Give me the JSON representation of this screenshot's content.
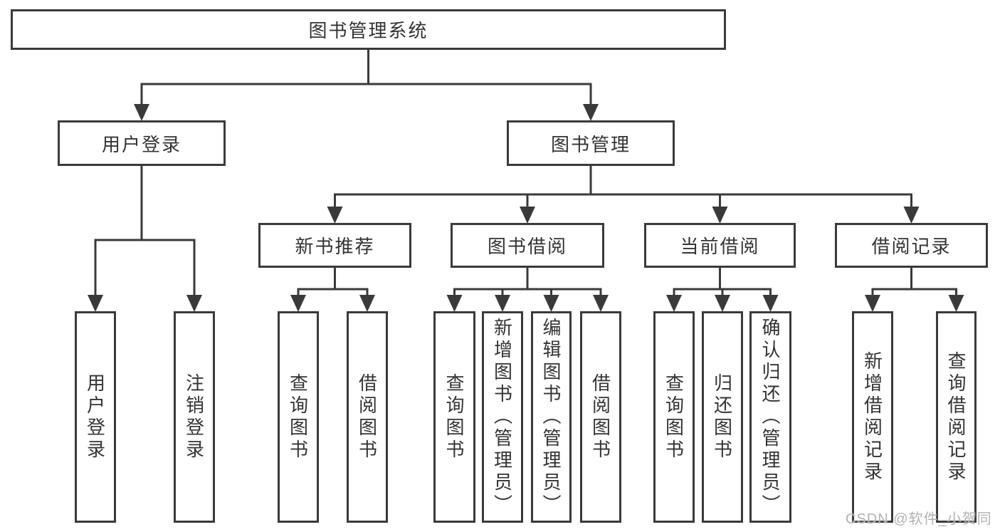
{
  "diagram": {
    "title": "图书管理系统",
    "watermark": "CSDN @软件_小贺同学",
    "colors": {
      "line": "#3a3a3a",
      "box_border": "#3a3a3a",
      "box_fill": "#ffffff",
      "text": "#333333",
      "background": "#ffffff",
      "watermark": "#adadad"
    },
    "nodes": [
      {
        "id": "system",
        "label": "图书管理系统",
        "level": 1,
        "orientation": "horizontal"
      },
      {
        "id": "user-login",
        "label": "用户登录",
        "level": 2,
        "orientation": "horizontal"
      },
      {
        "id": "book-mgmt",
        "label": "图书管理",
        "level": 2,
        "orientation": "horizontal"
      },
      {
        "id": "new-book-rec",
        "label": "新书推荐",
        "level": 3,
        "orientation": "horizontal"
      },
      {
        "id": "book-borrow",
        "label": "图书借阅",
        "level": 3,
        "orientation": "horizontal"
      },
      {
        "id": "current-borrow",
        "label": "当前借阅",
        "level": 3,
        "orientation": "horizontal"
      },
      {
        "id": "borrow-records",
        "label": "借阅记录",
        "level": 3,
        "orientation": "horizontal"
      },
      {
        "id": "user-login-v",
        "label": "用户登录",
        "level": 4,
        "orientation": "vertical"
      },
      {
        "id": "logout-v",
        "label": "注销登录",
        "level": 4,
        "orientation": "vertical"
      },
      {
        "id": "query-books-1",
        "label": "查询图书",
        "level": 4,
        "orientation": "vertical"
      },
      {
        "id": "borrow-books-1",
        "label": "借阅图书",
        "level": 4,
        "orientation": "vertical"
      },
      {
        "id": "query-books-2",
        "label": "查询图书",
        "level": 4,
        "orientation": "vertical"
      },
      {
        "id": "add-book-admin",
        "label": "新增图书（管理员）",
        "level": 4,
        "orientation": "vertical"
      },
      {
        "id": "edit-book-admin",
        "label": "编辑图书（管理员）",
        "level": 4,
        "orientation": "vertical"
      },
      {
        "id": "borrow-books-2",
        "label": "借阅图书",
        "level": 4,
        "orientation": "vertical"
      },
      {
        "id": "query-books-3",
        "label": "查询图书",
        "level": 4,
        "orientation": "vertical"
      },
      {
        "id": "return-book",
        "label": "归还图书",
        "level": 4,
        "orientation": "vertical"
      },
      {
        "id": "confirm-return-admin",
        "label": "确认归还（管理员）",
        "level": 4,
        "orientation": "vertical"
      },
      {
        "id": "add-borrow-record",
        "label": "新增借阅记录",
        "level": 4,
        "orientation": "vertical"
      },
      {
        "id": "query-borrow-record",
        "label": "查询借阅记录",
        "level": 4,
        "orientation": "vertical"
      }
    ],
    "edges": [
      {
        "from": "system",
        "to": [
          "user-login",
          "book-mgmt"
        ]
      },
      {
        "from": "user-login",
        "to": [
          "user-login-v",
          "logout-v"
        ]
      },
      {
        "from": "book-mgmt",
        "to": [
          "new-book-rec",
          "book-borrow",
          "current-borrow",
          "borrow-records"
        ]
      },
      {
        "from": "new-book-rec",
        "to": [
          "query-books-1",
          "borrow-books-1"
        ]
      },
      {
        "from": "book-borrow",
        "to": [
          "query-books-2",
          "add-book-admin",
          "edit-book-admin",
          "borrow-books-2"
        ]
      },
      {
        "from": "current-borrow",
        "to": [
          "query-books-3",
          "return-book",
          "confirm-return-admin"
        ]
      },
      {
        "from": "borrow-records",
        "to": [
          "add-borrow-record",
          "query-borrow-record"
        ]
      }
    ]
  }
}
